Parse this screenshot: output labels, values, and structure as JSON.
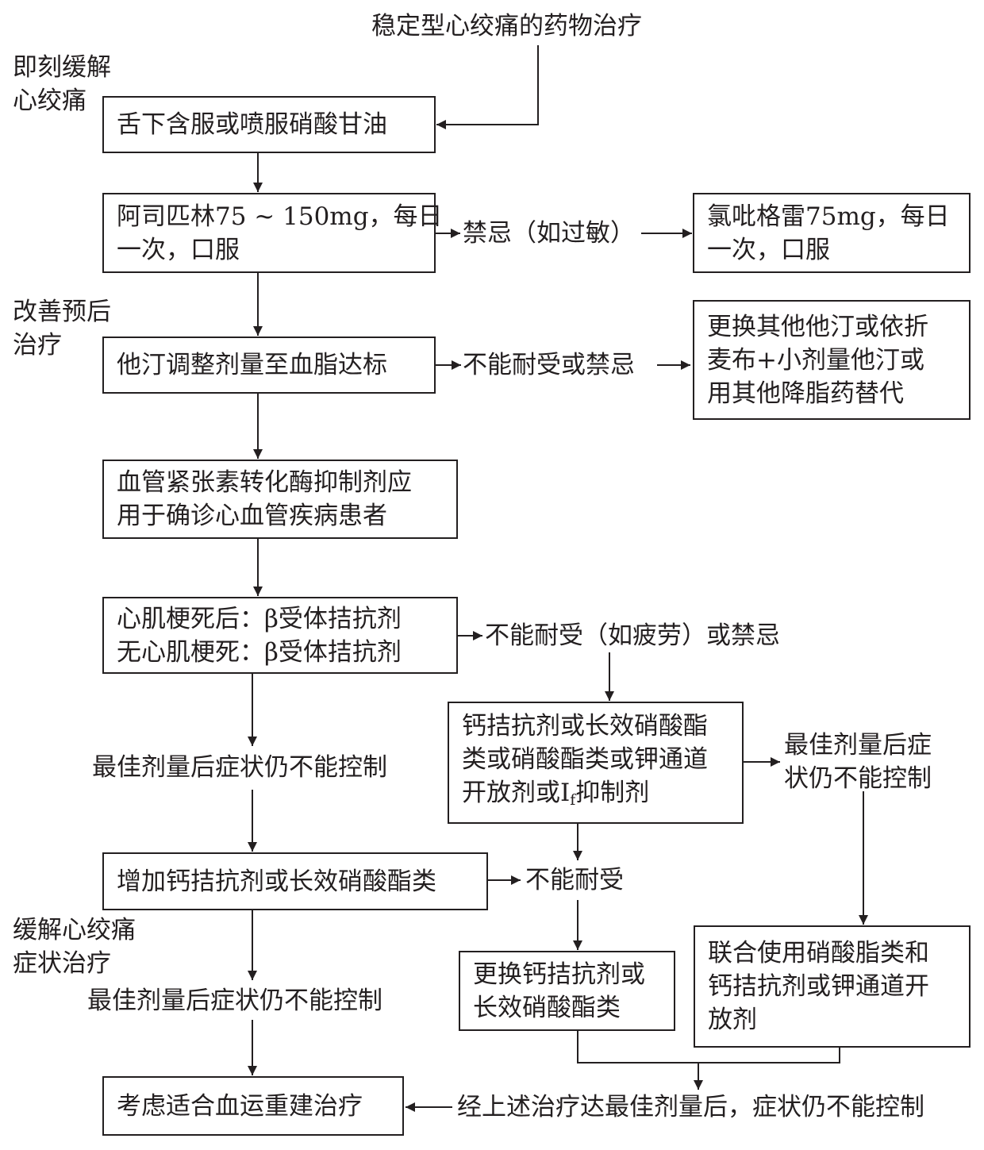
{
  "title": "稳定型心绞痛的药物治疗",
  "sections": {
    "immediate": [
      "即刻缓解",
      "心绞痛"
    ],
    "prognosis": [
      "改善预后",
      "治疗"
    ],
    "symptom": [
      "缓解心绞痛",
      "症状治疗"
    ]
  },
  "boxes": {
    "nitroglycerin": [
      "舌下含服或喷服硝酸甘油"
    ],
    "aspirin": [
      "阿司匹林75 ~ 150mg，每日",
      "一次，口服"
    ],
    "clopidogrel": [
      "氯吡格雷75mg，每日",
      "一次，口服"
    ],
    "statin": [
      "他汀调整剂量至血脂达标"
    ],
    "statin_alt": [
      "更换其他他汀或依折",
      "麦布+小剂量他汀或",
      "用其他降脂药替代"
    ],
    "acei": [
      "血管紧张素转化酶抑制剂应",
      "用于确诊心血管疾病患者"
    ],
    "beta": [
      "心肌梗死后：β受体拮抗剂",
      "无心肌梗死：β受体拮抗剂"
    ],
    "alternatives": {
      "line1": "钙拮抗剂或长效硝酸酯",
      "line2": "类或硝酸酯类或钾通道",
      "line3_prefix": "开放剂或I",
      "line3_sub": "f",
      "line3_suffix": "抑制剂"
    },
    "add_ccb": [
      "增加钙拮抗剂或长效硝酸酯类"
    ],
    "switch_ccb": [
      "更换钙拮抗剂或",
      "长效硝酸酯类"
    ],
    "combo": [
      "联合使用硝酸脂类和",
      "钙拮抗剂或钾通道开",
      "放剂"
    ],
    "revasc": [
      "考虑适合血运重建治疗"
    ]
  },
  "labels": {
    "contraindicated_allergy": "禁忌（如过敏）",
    "intolerant_or_contra": "不能耐受或禁忌",
    "intolerant_fatigue": "不能耐受（如疲劳）或禁忌",
    "uncontrolled_1": "最佳剂量后症状仍不能控制",
    "uncontrolled_right": [
      "最佳剂量后症",
      "状仍不能控制"
    ],
    "intolerant": "不能耐受",
    "uncontrolled_2": "最佳剂量后症状仍不能控制",
    "final_condition": "经上述治疗达最佳剂量后，症状仍不能控制"
  },
  "colors": {
    "ink": "#231f20",
    "background": "#ffffff"
  }
}
